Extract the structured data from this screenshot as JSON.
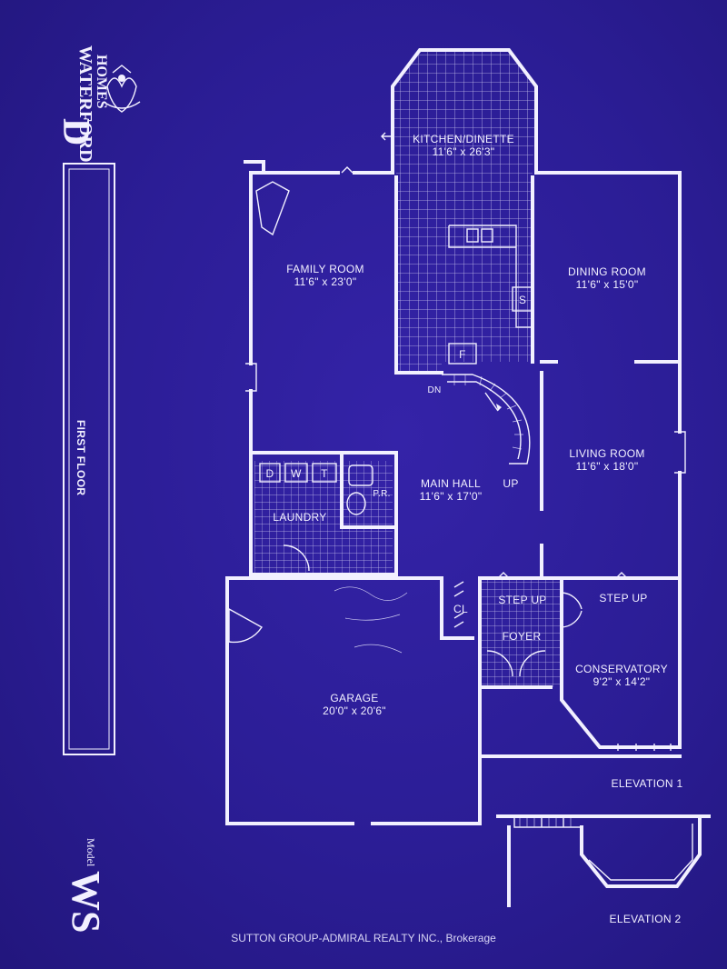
{
  "brand": {
    "line1": "WATERFORD",
    "line2": "HOMES",
    "letter": "D"
  },
  "sheet_title": "FIRST FLOOR",
  "model": {
    "label": "Model",
    "code": "WS"
  },
  "rooms": {
    "kitchen": {
      "name": "KITCHEN/DINETTE",
      "size": "11'6\" x 26'3\""
    },
    "family": {
      "name": "FAMILY ROOM",
      "size": "11'6\" x 23'0\""
    },
    "dining": {
      "name": "DINING ROOM",
      "size": "11'6\" x 15'0\""
    },
    "living": {
      "name": "LIVING ROOM",
      "size": "11'6\" x 18'0\""
    },
    "hall": {
      "name": "MAIN HALL",
      "size": "11'6\" x 17'0\""
    },
    "laundry": {
      "name": "LAUNDRY"
    },
    "garage": {
      "name": "GARAGE",
      "size": "20'0\" x 20'6\""
    },
    "conservatory": {
      "name": "CONSERVATORY",
      "size": "9'2\" x 14'2\""
    },
    "foyer": {
      "name": "FOYER"
    }
  },
  "fixtures": {
    "dw": "D",
    "w": "W",
    "t": "T",
    "pr": "P.R.",
    "cl": "CL",
    "s": "S",
    "f": "F",
    "dn": "DN",
    "up": "UP",
    "step_up_1": "STEP UP",
    "step_up_2": "STEP UP"
  },
  "elevations": [
    "ELEVATION 1",
    "ELEVATION 2"
  ],
  "watermark": "SUTTON GROUP-ADMIRAL REALTY INC., Brokerage",
  "colors": {
    "paper": "#2b1d95",
    "ink": "#f2f0ff"
  }
}
